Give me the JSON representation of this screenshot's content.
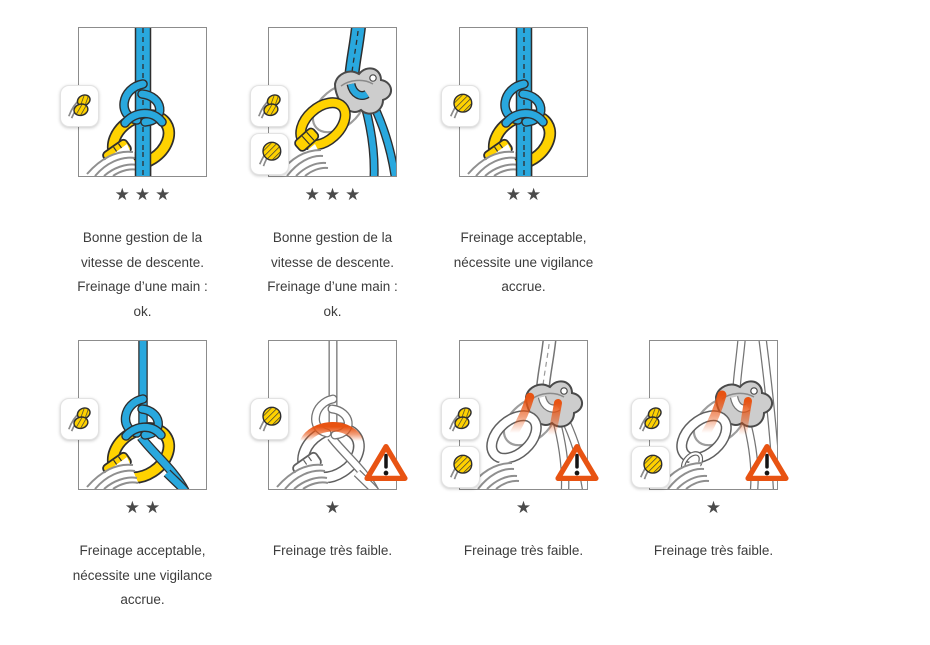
{
  "page": {
    "background": "#ffffff"
  },
  "colors": {
    "rope_blue": "#29A8DE",
    "gear_yellow": "#FFD200",
    "warning_orange": "#E85312",
    "star_gray": "#4A4A4A",
    "text_gray": "#3C3C3C",
    "frame_border": "#8C8C8C"
  },
  "captions": {
    "good": "Bonne gestion de la\nvitesse de descente.\nFreinage d’une main :\nok.",
    "acceptable": "Freinage acceptable,\nnécessite une vigilance\naccrue.",
    "weak": "Freinage très faible."
  },
  "cards": [
    {
      "illustration": "munter-hitch-on-double-rope",
      "badges": [
        "gloved-hand"
      ],
      "stars": "★★★",
      "stars_count": 3,
      "warning": false,
      "caption": "Bonne gestion de la\nvitesse de descente.\nFreinage d’une main :\nok."
    },
    {
      "illustration": "tube-device-on-double-rope",
      "badges": [
        "gloved-hand",
        "rope-grip"
      ],
      "stars": "★★★",
      "stars_count": 3,
      "warning": false,
      "caption": "Bonne gestion de la\nvitesse de descente.\nFreinage d’une main :\nok."
    },
    {
      "illustration": "munter-hitch-on-double-rope",
      "badges": [
        "rope-grip"
      ],
      "stars": "★★",
      "stars_count": 2,
      "warning": false,
      "caption": "Freinage acceptable,\nnécessite une vigilance\naccrue."
    },
    {
      "illustration": "munter-hitch-on-single-rope",
      "badges": [
        "gloved-hand"
      ],
      "stars": "★★",
      "stars_count": 2,
      "warning": false,
      "caption": "Freinage acceptable,\nnécessite une vigilance\naccrue."
    },
    {
      "illustration": "carabiner-single-rope-overheating",
      "badges": [
        "rope-grip"
      ],
      "stars": "★",
      "stars_count": 1,
      "warning": true,
      "warning_icon": "exclamation-triangle",
      "caption": "Freinage très faible."
    },
    {
      "illustration": "tube-device-double-rope-overheating",
      "badges": [
        "gloved-hand",
        "rope-grip"
      ],
      "stars": "★",
      "stars_count": 1,
      "warning": true,
      "warning_icon": "exclamation-triangle",
      "caption": "Freinage très faible."
    },
    {
      "illustration": "tube-device-single-rope-overheating",
      "badges": [
        "gloved-hand",
        "rope-grip"
      ],
      "stars": "★",
      "stars_count": 1,
      "warning": true,
      "warning_icon": "exclamation-triangle",
      "caption": "Freinage très faible."
    }
  ]
}
